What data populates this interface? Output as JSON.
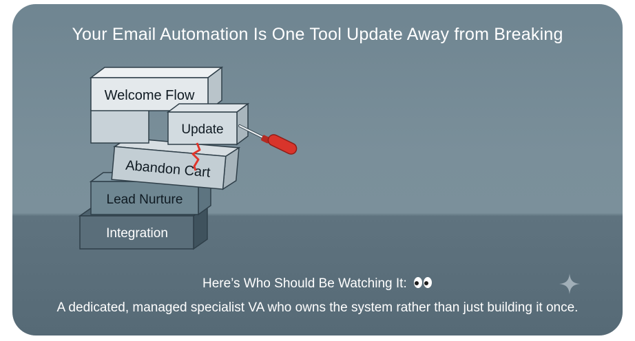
{
  "card": {
    "title": "Your Email Automation Is One Tool Update Away from Breaking",
    "heading": "Here’s Who Should Be Watching It:",
    "heading_icon": "eyes-emoji",
    "description": "A dedicated, managed specialist VA who owns the system rather than just building it once."
  },
  "illustration": {
    "blocks": [
      "Welcome Flow",
      "Update",
      "Abandon Cart",
      "Lead Nurture",
      "Integration"
    ],
    "tool": "screwdriver-icon",
    "damage": "crack-icon"
  },
  "colors": {
    "background_top": "#6f8591",
    "floor": "#566a76",
    "screwdriver_handle": "#d9342b",
    "crack": "#e0352b",
    "text": "#ffffff"
  }
}
